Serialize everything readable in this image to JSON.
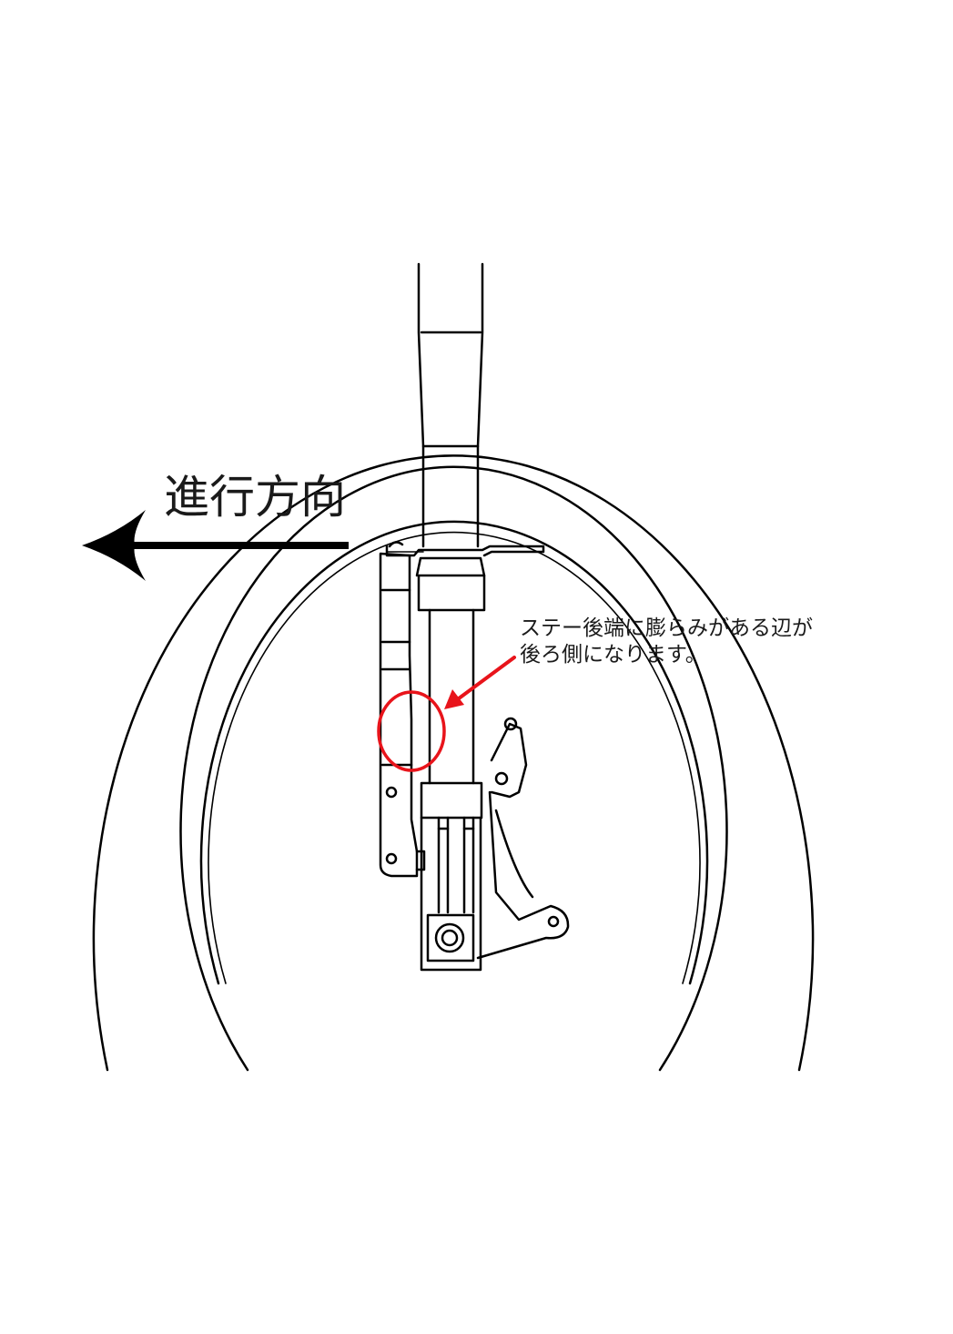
{
  "direction": {
    "label": "進行方向"
  },
  "annotation": {
    "line1": "ステー後端に膨らみがある辺が",
    "line2": "後ろ側になります。",
    "highlight_color": "#e8141b",
    "arrow_color": "#e8141b"
  }
}
